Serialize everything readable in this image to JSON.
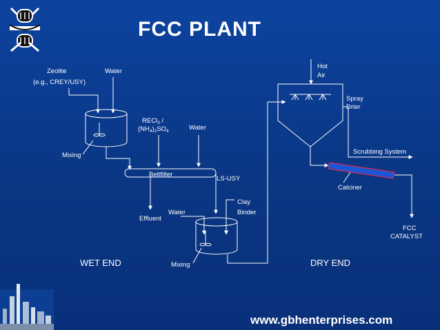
{
  "title": "FCC PLANT",
  "labels": {
    "zeolite": "Zeolite",
    "zeolite_example": "(e.g., CREY/USY)",
    "water_1": "Water",
    "recl_main": "RECl",
    "recl_sub": "3",
    "recl_tail": " /",
    "nh4_open": "(NH",
    "nh4_sub1": "4",
    "nh4_close": ")",
    "nh4_sub2": "2",
    "nh4_so": "SO",
    "nh4_sub3": "4",
    "water_2": "Water",
    "mixing_1": "Mixing",
    "beltfilter": "Beltfilter",
    "ls_usy": "LS-USY",
    "effluent": "Effluent",
    "water_3": "Water",
    "clay": "Clay",
    "binder": "Binder",
    "mixing_2": "Mixing",
    "hot": "Hot",
    "air": "Air",
    "spray": "Spray",
    "drier": "Drier",
    "scrubbing": "Scrubbing System",
    "calciner": "Calciner",
    "fcc": "FCC",
    "catalyst": "CATALYST",
    "wet_end": "WET END",
    "dry_end": "DRY END"
  },
  "footer": {
    "url": "www.gbhenterprises.com"
  },
  "colors": {
    "background": "#0b3a8c",
    "lines": "#ffffff",
    "calciner": "#1a56d6",
    "calciner_outline": "#e0284a"
  },
  "icons": {
    "logo": "company-logo-icon",
    "refinery": "refinery-illustration-icon"
  }
}
